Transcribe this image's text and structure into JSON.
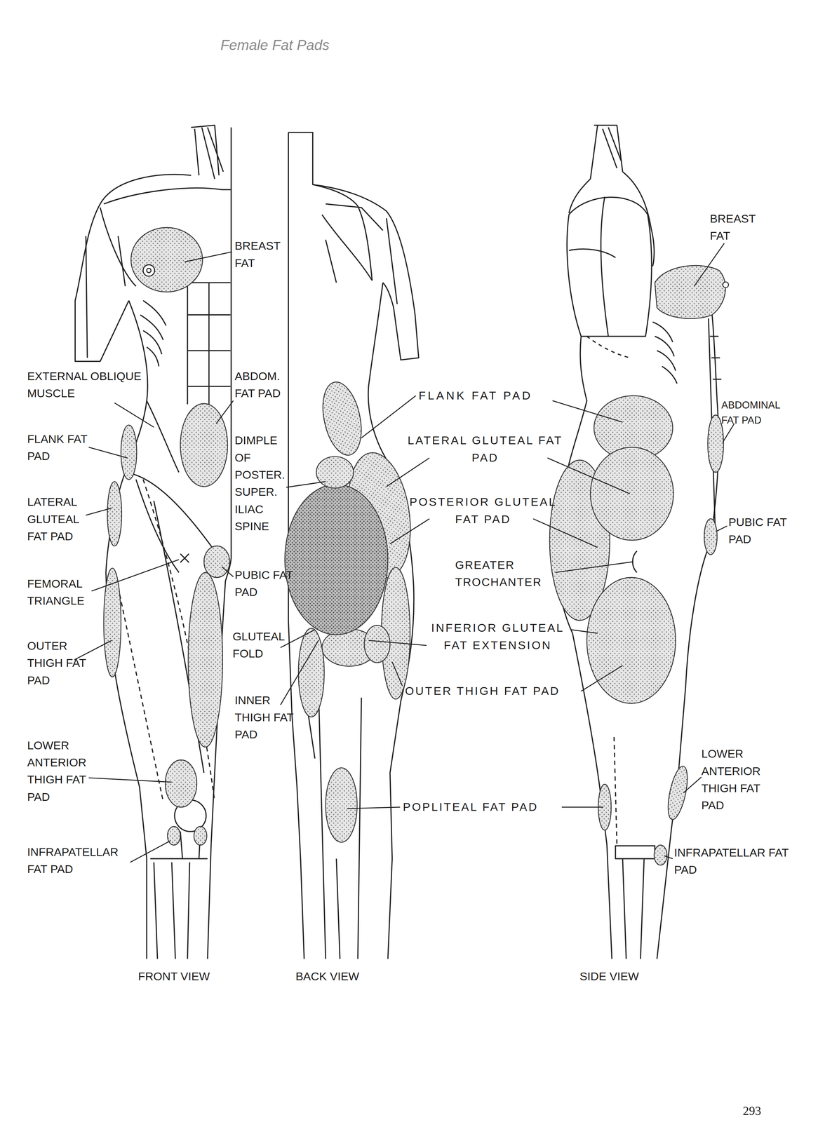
{
  "diagram": {
    "title": "Female Fat Pads",
    "labels": [
      "BREAST FAT",
      "EXTERNAL OBLIQUE MUSCLE",
      "ABDOM. FAT PAD",
      "FLANK FAT PAD",
      "DIMPLE OF POSTER. SUPER. ILIAC SPINE",
      "LATERAL GLUTEAL FAT PAD",
      "FEMORAL TRIANGLE",
      "PUBIC FAT PAD",
      "OUTER THIGH FAT PAD",
      "GLUTEAL FOLD",
      "INNER THIGH FAT PAD",
      "LOWER ANTERIOR THIGH FAT PAD",
      "INFRAPATELLAR FAT PAD",
      "FLANK FAT PAD",
      "LATERAL GLUTEAL FAT PAD",
      "POSTERIOR GLUTEAL FAT PAD",
      "GREATER TROCHANTER",
      "INFERIOR GLUTEAL FAT EXTENSION",
      "OUTER THIGH FAT PAD",
      "POPLITEAL FAT PAD",
      "BREAST FAT",
      "ABDOMINAL FAT PAD",
      "PUBIC FAT PAD",
      "LOWER ANTERIOR THIGH FAT PAD",
      "INFRAPATELLAR FAT PAD",
      "FRONT VIEW",
      "BACK VIEW",
      "SIDE VIEW",
      "293"
    ]
  }
}
